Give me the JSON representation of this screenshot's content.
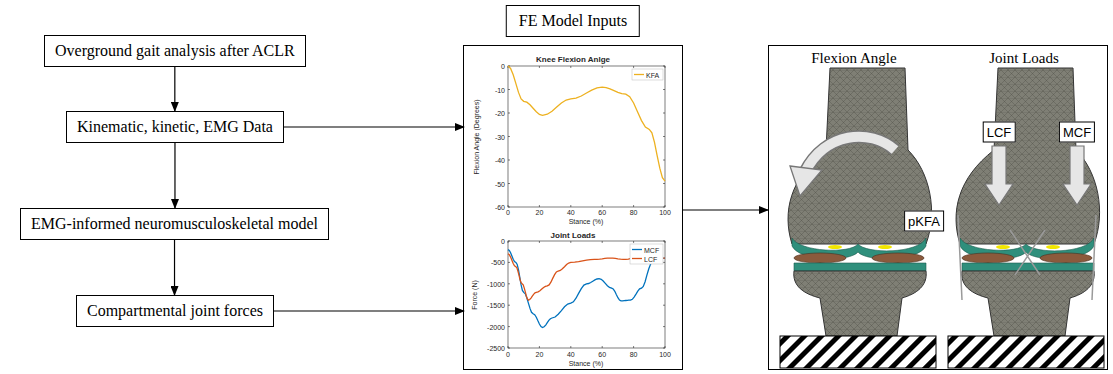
{
  "diagram": {
    "nodes": [
      {
        "text": [
          "Overground gait analysis after ACLR"
        ]
      },
      {
        "text": [
          "Kinematic, kinetic, EMG Data"
        ]
      },
      {
        "text": [
          "EMG-informed neuromusculoskeletal model"
        ]
      },
      {
        "text": [
          "Compartmental joint forces"
        ]
      },
      {
        "text": [
          "FE Model Inputs"
        ]
      },
      {
        "text": [
          "Knee Flexion Anlge"
        ],
        "in": 4
      },
      {
        "text": [
          "Joint Loads"
        ],
        "in": 4
      },
      {
        "text": [
          "Flexion Angle",
          "Joint Loads"
        ]
      }
    ],
    "edges": [
      {
        "from": 0,
        "to": 1,
        "arrow": "to"
      },
      {
        "from": 1,
        "to": 2,
        "arrow": "to"
      },
      {
        "from": 2,
        "to": 3,
        "arrow": "to"
      },
      {
        "from": 1,
        "to": 5,
        "arrow": "to"
      },
      {
        "from": 3,
        "to": 6,
        "arrow": "to"
      },
      {
        "from": 4,
        "to": 7,
        "arrow": "to"
      }
    ],
    "labels": [
      "Flexion Angle (Degrees)",
      "Stance (%)",
      "KFA",
      "0",
      "-10",
      "-20",
      "-30",
      "-40",
      "-50",
      "-60",
      "0",
      "20",
      "40",
      "60",
      "80",
      "100",
      "Force (N)",
      "Stance (%)",
      "MCF",
      "LCF",
      "0",
      "-500",
      "-1000",
      "-1500",
      "-2000",
      "-2500",
      "0",
      "20",
      "40",
      "60",
      "80",
      "100",
      "pKFA",
      "LCF",
      "MCF"
    ]
  }
}
